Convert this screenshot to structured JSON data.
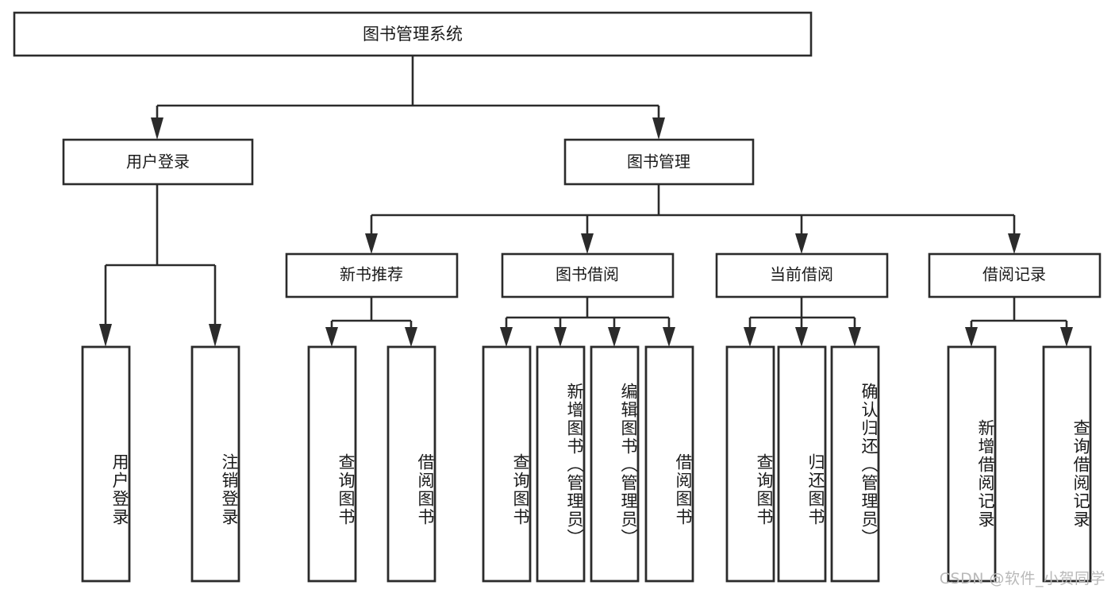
{
  "diagram": {
    "title": "图书管理系统",
    "type": "tree",
    "background_color": "#ffffff",
    "line_color": "#2b2b2b",
    "text_color": "#1a1a1a",
    "root": {
      "label": "图书管理系统"
    },
    "level2": [
      {
        "label": "用户登录"
      },
      {
        "label": "图书管理"
      }
    ],
    "level3": [
      {
        "label": "新书推荐"
      },
      {
        "label": "图书借阅"
      },
      {
        "label": "当前借阅"
      },
      {
        "label": "借阅记录"
      }
    ],
    "leaves": {
      "user_login": [
        {
          "label": "用户登录"
        },
        {
          "label": "注销登录"
        }
      ],
      "new_book_recommend": [
        {
          "label": "查询图书"
        },
        {
          "label": "借阅图书"
        }
      ],
      "book_borrow": [
        {
          "label": "查询图书"
        },
        {
          "label": "新增图书（管理员）"
        },
        {
          "label": "编辑图书（管理员）"
        },
        {
          "label": "借阅图书"
        }
      ],
      "current_borrow": [
        {
          "label": "查询图书"
        },
        {
          "label": "归还图书"
        },
        {
          "label": "确认归还（管理员）"
        }
      ],
      "borrow_record": [
        {
          "label": "新增借阅记录"
        },
        {
          "label": "查询借阅记录"
        }
      ]
    }
  },
  "watermark": {
    "text": "CSDN @软件_小贺同学"
  }
}
